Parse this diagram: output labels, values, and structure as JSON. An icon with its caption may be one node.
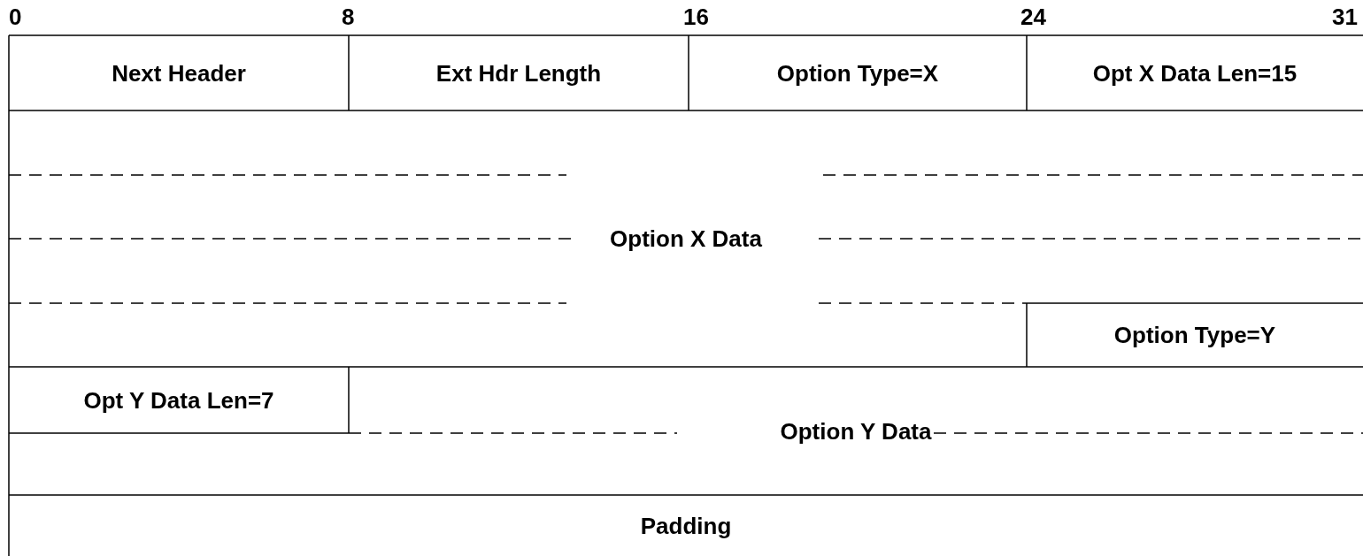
{
  "diagram": {
    "nodes": [
      {
        "text": [
          "Next Header"
        ]
      },
      {
        "text": [
          "Ext Hdr Length"
        ]
      },
      {
        "text": [
          "Option Type=X"
        ]
      },
      {
        "text": [
          "Opt X Data Len=15"
        ]
      },
      {
        "text": [
          "Option X Data"
        ]
      },
      {
        "text": [
          "Option Type=Y"
        ]
      },
      {
        "text": [
          "Opt Y Data Len=7"
        ]
      },
      {
        "text": [
          "Option Y Data"
        ]
      },
      {
        "text": [
          "Padding"
        ]
      }
    ],
    "labels": [
      "0",
      "8",
      "16",
      "24",
      "31"
    ]
  }
}
